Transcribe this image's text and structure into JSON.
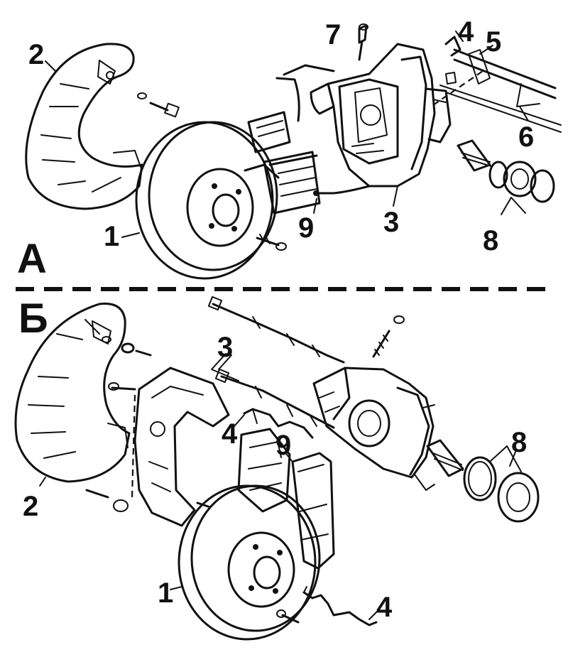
{
  "sections": {
    "a": {
      "letter": "А"
    },
    "b": {
      "letter": "Б"
    }
  },
  "callouts": {
    "a": {
      "disc": "1",
      "shield": "2",
      "caliper": "3",
      "spring": "4",
      "clip": "5",
      "pins": "6",
      "bleeder": "7",
      "seals": "8",
      "pads": "9"
    },
    "b": {
      "disc": "1",
      "shield": "2",
      "bolts": "3",
      "spring_upper": "4",
      "spring_lower": "4",
      "seals": "8",
      "pads": "9"
    }
  }
}
